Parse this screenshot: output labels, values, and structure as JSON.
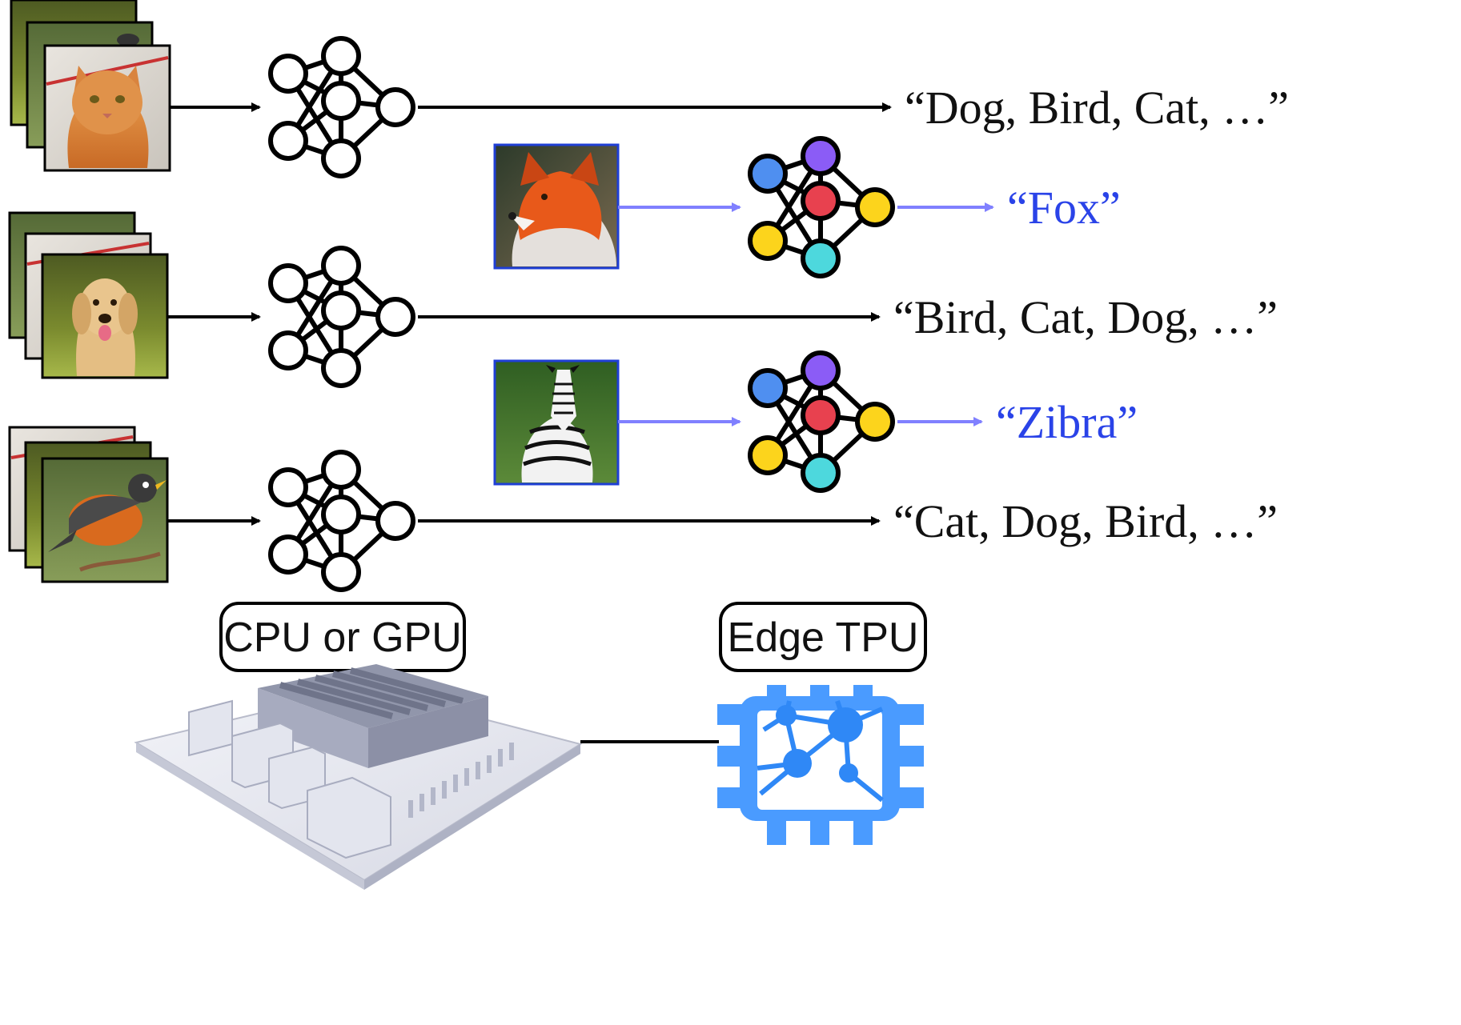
{
  "pipelines": [
    {
      "id": "row-1",
      "input_images": [
        "dog",
        "bird",
        "cat"
      ],
      "output_label": "“Dog, Bird, Cat, …”"
    },
    {
      "id": "row-2",
      "input_images": [
        "cat",
        "bird",
        "dog"
      ],
      "output_label": "“Bird, Cat, Dog, …”"
    },
    {
      "id": "row-3",
      "input_images": [
        "dog",
        "cat",
        "bird"
      ],
      "output_label": "“Cat, Dog, Bird, …”"
    }
  ],
  "edge_pipelines": [
    {
      "id": "fox",
      "input_image": "fox",
      "output_label": "“Fox”"
    },
    {
      "id": "zebra",
      "input_image": "zebra",
      "output_label": "“Zibra”"
    }
  ],
  "hardware": {
    "host_label": "CPU or GPU",
    "accelerator_label": "Edge TPU",
    "host_icon": "dev-board-icon",
    "accelerator_icon": "chip-icon"
  },
  "colors": {
    "edge_text": "#2a43e8",
    "edge_arrow": "#8080ff",
    "image_border_edge": "#1f3fd6",
    "node_blue": "#4f8ff0",
    "node_purple": "#8b5cf6",
    "node_red": "#e8414f",
    "node_yellow": "#fcd41c",
    "node_cyan": "#4dd8dd",
    "tpu_blue": "#4a9bff"
  }
}
